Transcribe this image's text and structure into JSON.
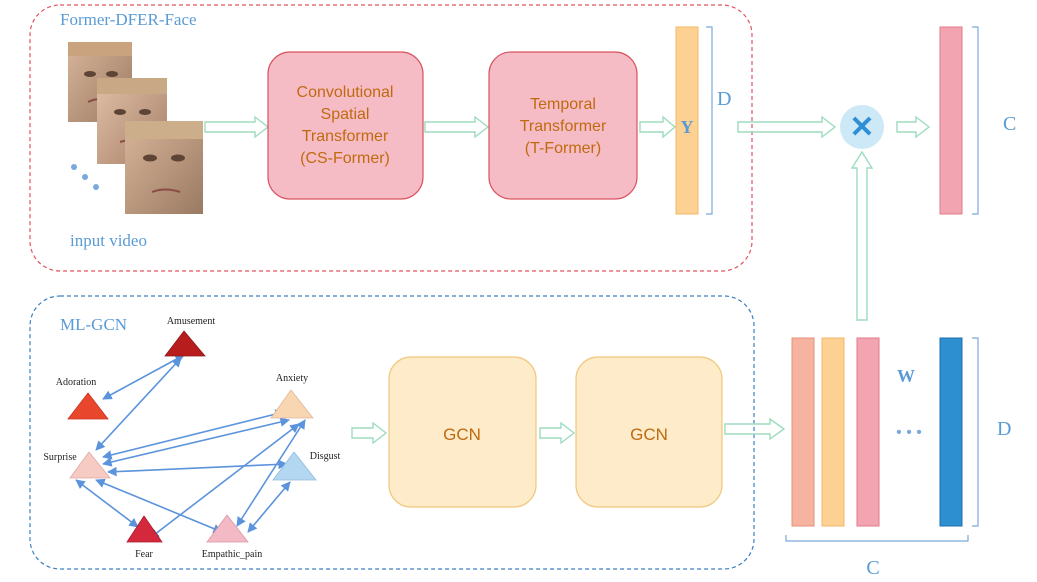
{
  "top_panel": {
    "title": "Former-DFER-Face",
    "input_label": "input video",
    "cs_former": [
      "Convolutional",
      "Spatial",
      "Transformer",
      "(CS-Former)"
    ],
    "t_former": [
      "Temporal",
      "Transformer",
      "(T-Former)"
    ],
    "y_label": "Y",
    "d_label": "D"
  },
  "bottom_panel": {
    "title": "ML-GCN",
    "gcn1": "GCN",
    "gcn2": "GCN",
    "nodes": {
      "amusement": "Amusement",
      "adoration": "Adoration",
      "anxiety": "Anxiety",
      "disgust": "Disgust",
      "surprise": "Surprise",
      "fear": "Fear",
      "empathic_pain": "Empathic_pain"
    }
  },
  "output": {
    "c_label": "C",
    "multiply_symbol": "✕"
  },
  "weights": {
    "w_label": "W",
    "dots": "• • •",
    "d_label": "D",
    "c_label": "C"
  },
  "colors": {
    "top_border": "#e0555e",
    "bottom_border": "#3a7fc2",
    "transformer_fill": "#f6bcc6",
    "transformer_stroke": "#d9535f",
    "transformer_text": "#c06a10",
    "gcn_fill": "#fdebc9",
    "gcn_stroke": "#f0c87c",
    "arrow_green": "#9ddcbf",
    "bracket_blue": "#7aa9dc",
    "label_blue": "#5b9bd5",
    "y_bar": "#fcd191",
    "pink_bar": "#f2a5b0",
    "salmon_bar": "#f5b3a0",
    "blue_bar": "#2d8ed0",
    "multiply_fill": "#cde8f6",
    "multiply_symbol": "#2e8fd6",
    "node_amusement": "#b81d1d",
    "node_adoration": "#e8472e",
    "node_anxiety": "#f8d6b2",
    "node_disgust": "#b3d7f0",
    "node_surprise": "#f5cbc4",
    "node_fear": "#d4283c",
    "node_empathic_pain": "#f3b9c4",
    "edge_blue": "#5b93dc"
  }
}
